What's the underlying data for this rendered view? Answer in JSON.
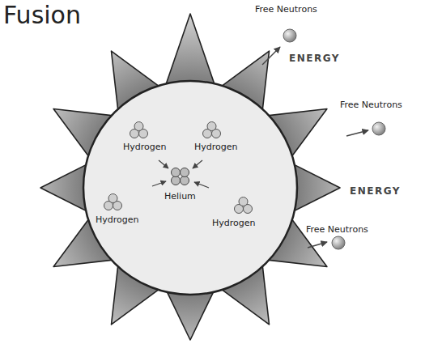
{
  "diagram": {
    "title": "Fusion",
    "labels": [
      "Free Neutrons",
      "ENERGY",
      "Hydrogen",
      "Hydrogen",
      "Free Neutrons",
      "Helium",
      "ENERGY",
      "Hydrogen",
      "Hydrogen",
      "Free Neutrons"
    ]
  }
}
